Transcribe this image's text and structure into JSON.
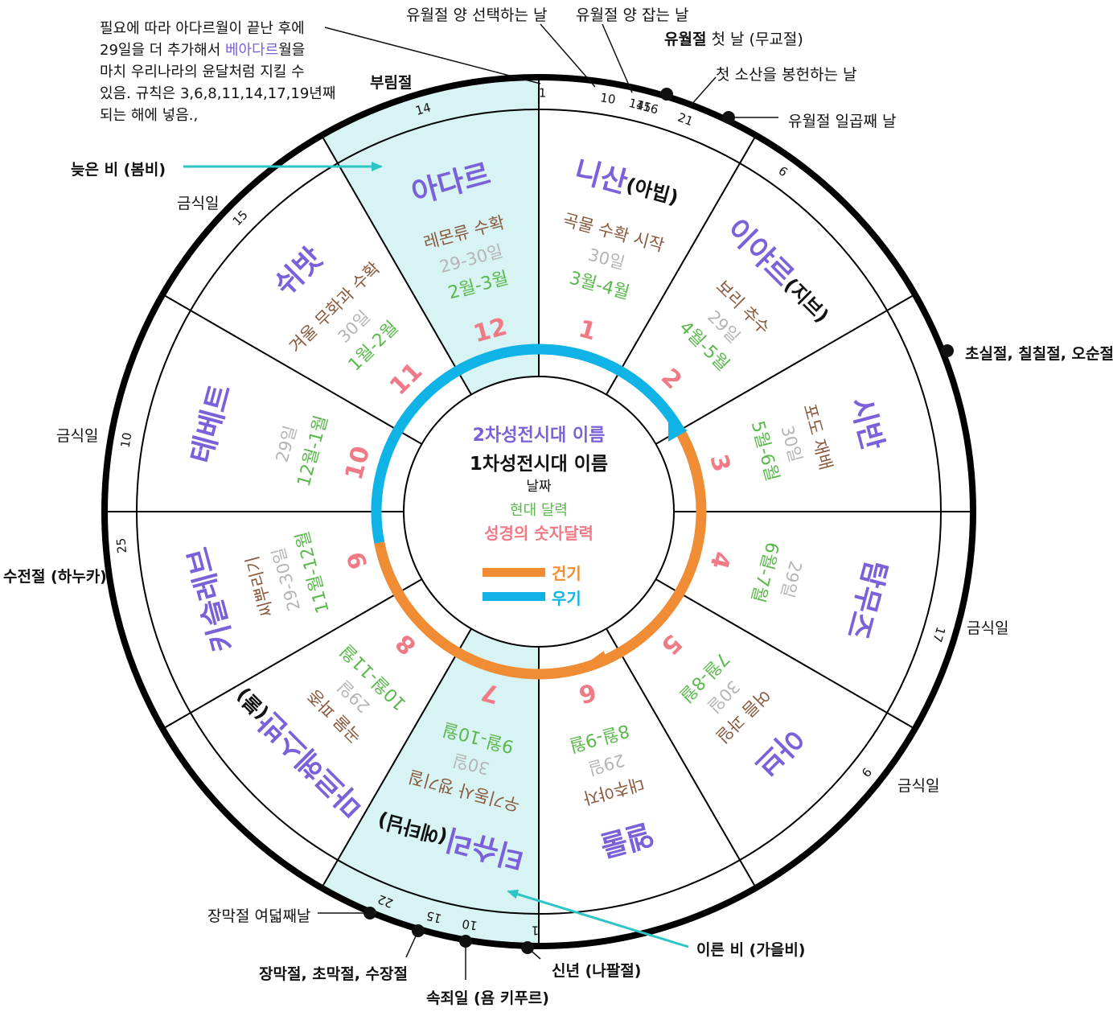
{
  "colors": {
    "purple": "#7b61d9",
    "brown": "#8a5a3e",
    "gray": "#b5b5b5",
    "green": "#5bb84c",
    "pink": "#f07a86",
    "orange": "#f08c34",
    "blue": "#0fb3e5",
    "teal_band": "#d8f3f3",
    "teal_arrow": "#2ec4c4"
  },
  "months": [
    {
      "num": "1",
      "name": "니산",
      "alt": "(아빕)",
      "event": "곡물 수확 시작",
      "days": "30일",
      "modern": "3월-4월"
    },
    {
      "num": "2",
      "name": "이야르",
      "alt": "(지브)",
      "event": "보리 추수",
      "days": "29일",
      "modern": "4월-5월"
    },
    {
      "num": "3",
      "name": "시반",
      "alt": "",
      "event": "포도 재배",
      "days": "30일",
      "modern": "5월-6월"
    },
    {
      "num": "4",
      "name": "탐무즈",
      "alt": "",
      "event": "",
      "days": "29일",
      "modern": "6월-7월"
    },
    {
      "num": "5",
      "name": "아브",
      "alt": "",
      "event": "여름 과일",
      "days": "30일",
      "modern": "7월-8월"
    },
    {
      "num": "6",
      "name": "엘룰",
      "alt": "",
      "event": "대추야자",
      "days": "29일",
      "modern": "8월-9월"
    },
    {
      "num": "7",
      "name": "티슈리",
      "alt": "(에타님)",
      "event": "우기동사 쟁기질",
      "days": "30일",
      "modern": "9월-10월"
    },
    {
      "num": "8",
      "name": "마르헤스반",
      "alt": "(불)",
      "event": "곡물 파종",
      "days": "29일",
      "modern": "10월-11월"
    },
    {
      "num": "9",
      "name": "키슬레브",
      "alt": "",
      "event": "씨뿌리기",
      "days": "29-30일",
      "modern": "11월-12월"
    },
    {
      "num": "10",
      "name": "테베트",
      "alt": "",
      "event": "",
      "days": "29일",
      "modern": "12월-1월"
    },
    {
      "num": "11",
      "name": "쉬밧",
      "alt": "",
      "event": "겨울 무화과 수확",
      "days": "30일",
      "modern": "1월-2월"
    },
    {
      "num": "12",
      "name": "아다르",
      "alt": "",
      "event": "레몬류 수확",
      "days": "29-30일",
      "modern": "2월-3월"
    }
  ],
  "center": {
    "line1": "2차성전시대 이름",
    "line2": "1차성전시대 이름",
    "line3": "날짜",
    "line4": "현대 달력",
    "line5": "성경의 숫자달력",
    "legend_dry": "건기",
    "legend_wet": "우기"
  },
  "ring_day_numbers": {
    "nisan": [
      "1",
      "10",
      "14",
      "15",
      "16",
      "21"
    ],
    "iyar": [
      "6"
    ],
    "tammuz": [
      "17"
    ],
    "av": [
      "9"
    ],
    "tishri": [
      "1",
      "10",
      "15",
      "22"
    ],
    "kislev": [
      "25"
    ],
    "tevet": [
      "10"
    ],
    "shevat": [
      "15"
    ],
    "adar": [
      "14"
    ]
  },
  "annotations": {
    "note_line1_prefix": "필요에 따라 아다르월이 끝난 후에",
    "note_line2_prefix": "29일을 더 추가해서 ",
    "note_line2_highlight": "베아다르",
    "note_line2_suffix": "월을",
    "note_line3": "마치 우리나라의 윤달처럼 지킬 수",
    "note_line4": "있음. 규칙은 3,6,8,11,14,17,19년째",
    "note_line5": "되는 해에 넣음.,",
    "purim": "부림절",
    "lamb_select": "유월절 양 선택하는 날",
    "lamb_slaughter": "유월절 양 잡는 날",
    "passover_bold": "유월절",
    "passover_rest": " 첫 날 (무교절)",
    "firstfruits": "첫 소산을 봉헌하는 날",
    "passover_seventh": "유월절 일곱째 날",
    "shavuot": "초실절, 칠칠절, 오순절",
    "fast_tammuz": "금식일",
    "fast_av": "금식일",
    "fast_tevet": "금식일",
    "fast_shevat_side": "금식일",
    "hanukkah": "수전절 (하누카)",
    "latter_rain": "늦은 비 (봄비)",
    "early_rain": "이른 비 (가을비)",
    "sukkot_eighth": "장막절 여덟째날",
    "sukkot": "장막절, 초막절, 수장절",
    "yom_kippur": "속죄일 (욤 키푸르)",
    "new_year": "신년 (나팔절)"
  }
}
